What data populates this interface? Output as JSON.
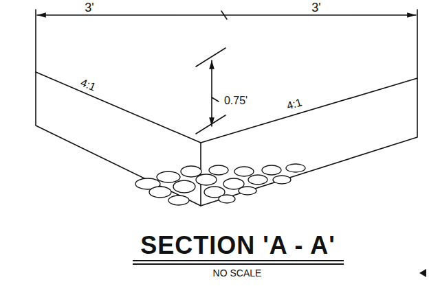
{
  "diagram": {
    "title": "SECTION 'A - A'",
    "labels": [
      "3'",
      "3'",
      "4:1",
      "4:1",
      "0.75'",
      "NO SCALE"
    ]
  }
}
